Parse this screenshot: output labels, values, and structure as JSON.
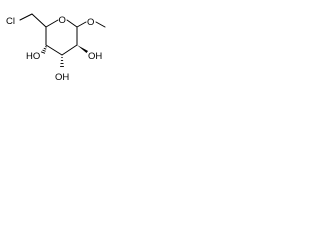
{
  "molecule": {
    "atoms": {
      "cl": "Cl",
      "ring_oxygen": "O",
      "methoxy_oxygen": "O",
      "ho_c4": "HO",
      "oh_c2": "OH",
      "oh_c3": "OH"
    },
    "colors": {
      "bond": "#000000",
      "label": "#000000",
      "background": "#ffffff"
    }
  }
}
